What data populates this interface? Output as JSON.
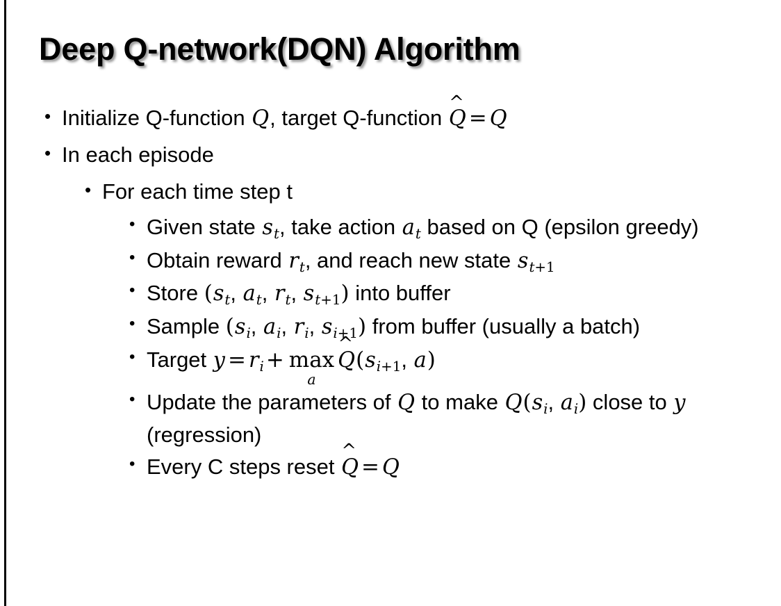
{
  "slide": {
    "title": "Deep Q-network(DQN) Algorithm",
    "bullet_glyph": "•",
    "background_color": "#ffffff",
    "text_color": "#000000",
    "border_color": "#000000"
  },
  "content": {
    "items": [
      {
        "level": 1,
        "id": "initialize",
        "text_plain": "Initialize Q-function Q, target Q-function Q̂ = Q",
        "segments": [
          {
            "t": "text",
            "v": "Initialize Q-function "
          },
          {
            "t": "mathvar",
            "v": "Q"
          },
          {
            "t": "text",
            "v": ", target Q-function "
          },
          {
            "t": "mathvar_hat",
            "v": "Q"
          },
          {
            "t": "op",
            "v": "="
          },
          {
            "t": "mathvar",
            "v": "Q"
          }
        ]
      },
      {
        "level": 1,
        "id": "in-each-episode",
        "text_plain": "In each episode",
        "segments": [
          {
            "t": "text",
            "v": "In each episode"
          }
        ]
      },
      {
        "level": 2,
        "id": "for-each-time-step",
        "text_plain": "For each time step t",
        "segments": [
          {
            "t": "text",
            "v": "For each time step t"
          }
        ]
      },
      {
        "level": 3,
        "id": "given-state",
        "text_plain": "Given state s_t, take action a_t based on Q (epsilon greedy)",
        "segments": [
          {
            "t": "text",
            "v": "Given state "
          },
          {
            "t": "mathsub",
            "v": "s",
            "sub": "t"
          },
          {
            "t": "text",
            "v": ", take action "
          },
          {
            "t": "mathsub",
            "v": "a",
            "sub": "t"
          },
          {
            "t": "text",
            "v": " based on Q (epsilon greedy)"
          }
        ]
      },
      {
        "level": 3,
        "id": "obtain-reward",
        "text_plain": "Obtain reward r_t, and reach new state s_t+1",
        "segments": [
          {
            "t": "text",
            "v": "Obtain reward "
          },
          {
            "t": "mathsub",
            "v": "r",
            "sub": "t"
          },
          {
            "t": "text",
            "v": ", and reach new state "
          },
          {
            "t": "mathsub",
            "v": "s",
            "sub": "t+1"
          }
        ]
      },
      {
        "level": 3,
        "id": "store-transition",
        "text_plain": "Store (s_t, a_t, r_t, s_t+1) into buffer",
        "segments": [
          {
            "t": "text",
            "v": "Store "
          },
          {
            "t": "paren",
            "v": "("
          },
          {
            "t": "mathsub",
            "v": "s",
            "sub": "t"
          },
          {
            "t": "text",
            "v": ", "
          },
          {
            "t": "mathsub",
            "v": "a",
            "sub": "t"
          },
          {
            "t": "text",
            "v": ", "
          },
          {
            "t": "mathsub",
            "v": "r",
            "sub": "t"
          },
          {
            "t": "text",
            "v": ", "
          },
          {
            "t": "mathsub",
            "v": "s",
            "sub": "t+1"
          },
          {
            "t": "paren",
            "v": ")"
          },
          {
            "t": "text",
            "v": " into buffer"
          }
        ]
      },
      {
        "level": 3,
        "id": "sample-batch",
        "text_plain": "Sample (s_i, a_i, r_i, s_i+1) from buffer (usually a batch)",
        "segments": [
          {
            "t": "text",
            "v": "Sample "
          },
          {
            "t": "paren",
            "v": "("
          },
          {
            "t": "mathsub",
            "v": "s",
            "sub": "i"
          },
          {
            "t": "text",
            "v": ", "
          },
          {
            "t": "mathsub",
            "v": "a",
            "sub": "i"
          },
          {
            "t": "text",
            "v": ", "
          },
          {
            "t": "mathsub",
            "v": "r",
            "sub": "i"
          },
          {
            "t": "text",
            "v": ", "
          },
          {
            "t": "mathsub",
            "v": "s",
            "sub": "i+1"
          },
          {
            "t": "paren",
            "v": ")"
          },
          {
            "t": "text",
            "v": " from buffer (usually a batch)"
          }
        ]
      },
      {
        "level": 3,
        "id": "target-equation",
        "text_plain": "Target y = r_i + max_a Q̂(s_i+1, a)",
        "segments": [
          {
            "t": "text",
            "v": "Target "
          },
          {
            "t": "mathvar",
            "v": "y"
          },
          {
            "t": "op",
            "v": "="
          },
          {
            "t": "mathsub",
            "v": "r",
            "sub": "i"
          },
          {
            "t": "op",
            "v": "+"
          },
          {
            "t": "maxop",
            "v": "max",
            "sub": "a"
          },
          {
            "t": "mathvar_hat",
            "v": "Q"
          },
          {
            "t": "paren",
            "v": "("
          },
          {
            "t": "mathsub",
            "v": "s",
            "sub": "i+1"
          },
          {
            "t": "text",
            "v": ", "
          },
          {
            "t": "mathvar",
            "v": "a"
          },
          {
            "t": "paren",
            "v": ")"
          }
        ]
      },
      {
        "level": 3,
        "id": "update-parameters",
        "text_plain": "Update the parameters of Q to make Q(s_i, a_i) close to y (regression)",
        "segments": [
          {
            "t": "text",
            "v": "Update the parameters of "
          },
          {
            "t": "mathvar",
            "v": "Q"
          },
          {
            "t": "text",
            "v": " to make "
          },
          {
            "t": "mathvar",
            "v": "Q"
          },
          {
            "t": "paren",
            "v": "("
          },
          {
            "t": "mathsub",
            "v": "s",
            "sub": "i"
          },
          {
            "t": "text",
            "v": ", "
          },
          {
            "t": "mathsub",
            "v": "a",
            "sub": "i"
          },
          {
            "t": "paren",
            "v": ")"
          },
          {
            "t": "text",
            "v": " close to "
          },
          {
            "t": "mathvar",
            "v": "y"
          },
          {
            "t": "text",
            "v": " (regression)"
          }
        ]
      },
      {
        "level": 3,
        "id": "reset-target-network",
        "text_plain": "Every C steps reset Q̂ = Q",
        "segments": [
          {
            "t": "text",
            "v": "Every C steps reset "
          },
          {
            "t": "mathvar_hat",
            "v": "Q"
          },
          {
            "t": "op",
            "v": "="
          },
          {
            "t": "mathvar",
            "v": "Q"
          }
        ]
      }
    ]
  }
}
